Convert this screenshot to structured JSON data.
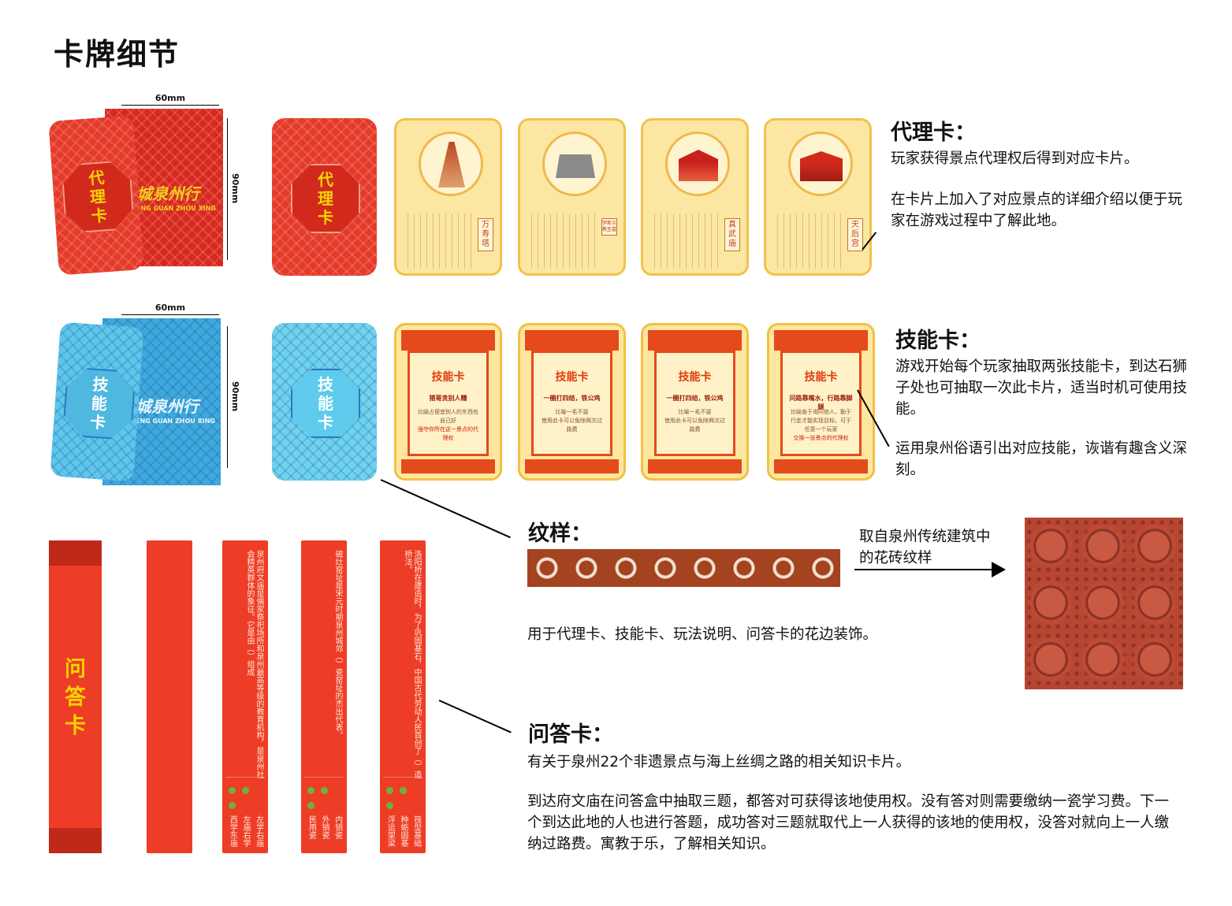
{
  "page_title": "卡牌细节",
  "dimensions": {
    "width_label": "60mm",
    "height_label": "90mm"
  },
  "box_text": {
    "brand": "城泉州行",
    "brand_pinyin": "ENG GUAN ZHOU XING"
  },
  "agent_card": {
    "label_chars": [
      "代",
      "理",
      "卡"
    ],
    "heading": "代理卡：",
    "desc1": "玩家获得景点代理权后得到对应卡片。",
    "desc2": "在卡片上加入了对应景点的详细介绍以便于玩家在游戏过程中了解此地。",
    "spots": [
      "万寿塔",
      "伊斯兰教圣墓",
      "真武庙",
      "天后宫"
    ]
  },
  "skill_card": {
    "label_chars": [
      "技",
      "能",
      "卡"
    ],
    "heading": "技能卡：",
    "desc1": "游戏开始每个玩家抽取两张技能卡，到达石狮子处也可抽取一次此卡片，适当时机可使用技能。",
    "desc2": "运用泉州俗语引出对应技能，诙谐有趣含义深刻。",
    "cards": [
      {
        "title": "技能卡",
        "sub": "猪哥贪别人糟",
        "line1": "比喻占便宜别人的东西也自己好",
        "line2": "强夺你所在这一景点的代理权"
      },
      {
        "title": "技能卡",
        "sub": "一圈打四结，铁公鸡",
        "line1": "比喻一毛不拔",
        "line2": "使用此卡可以免除两次过路费"
      },
      {
        "title": "技能卡",
        "sub": "一圈打四结，铁公鸡",
        "line1": "比喻一毛不拔",
        "line2": "使用此卡可以免除两次过路费"
      },
      {
        "title": "技能卡",
        "sub": "问路靠嘴水，行路靠脚腿",
        "line1": "比喻善于询问他人，勤于行走才能实现目标。可于任意一个玩家",
        "line2": "交换一张景点的代理权"
      }
    ]
  },
  "pattern": {
    "heading": "纹样：",
    "source_note": "取自泉州传统建筑中的花砖纹样",
    "usage": "用于代理卡、技能卡、玩法说明、问答卡的花边装饰。"
  },
  "qa_card": {
    "label_chars": [
      "问",
      "答",
      "卡"
    ],
    "heading": "问答卡：",
    "desc1": "有关于泉州22个非遗景点与海上丝绸之路的相关知识卡片。",
    "desc2": "到达府文庙在问答盒中抽取三题，都答对可获得该地使用权。没有答对则需要缴纳一瓷学习费。下一个到达此地的人也进行答题，成功答对三题就取代上一人获得的该地的使用权，没答对就向上一人缴纳过路费。寓教于乐，了解相关知识。",
    "questions": [
      {
        "text": "泉州府文庙是儒家祭祀场所和泉州最高等级的教育机构，是泉州社会精英群体的象征。它是由（）组成",
        "options": [
          "左学右庙",
          "左庙右学",
          "西学东庙"
        ]
      },
      {
        "text": "磁灶窑址是宋元时期泉州城郊（）瓷窑址的杰出代表。",
        "options": [
          "内销瓷",
          "外销瓷",
          "民用瓷"
        ]
      },
      {
        "text": "洛阳桥在建造时，为了巩固基石，中国古代劳动人民首创了（）造桥法。",
        "options": [
          "筏型基础",
          "种蛎固基",
          "浮运架梁"
        ]
      }
    ]
  },
  "colors": {
    "red": "#e53a2a",
    "blue": "#6fd3ee",
    "yellow": "#fce7a2",
    "gold": "#f5d400"
  }
}
